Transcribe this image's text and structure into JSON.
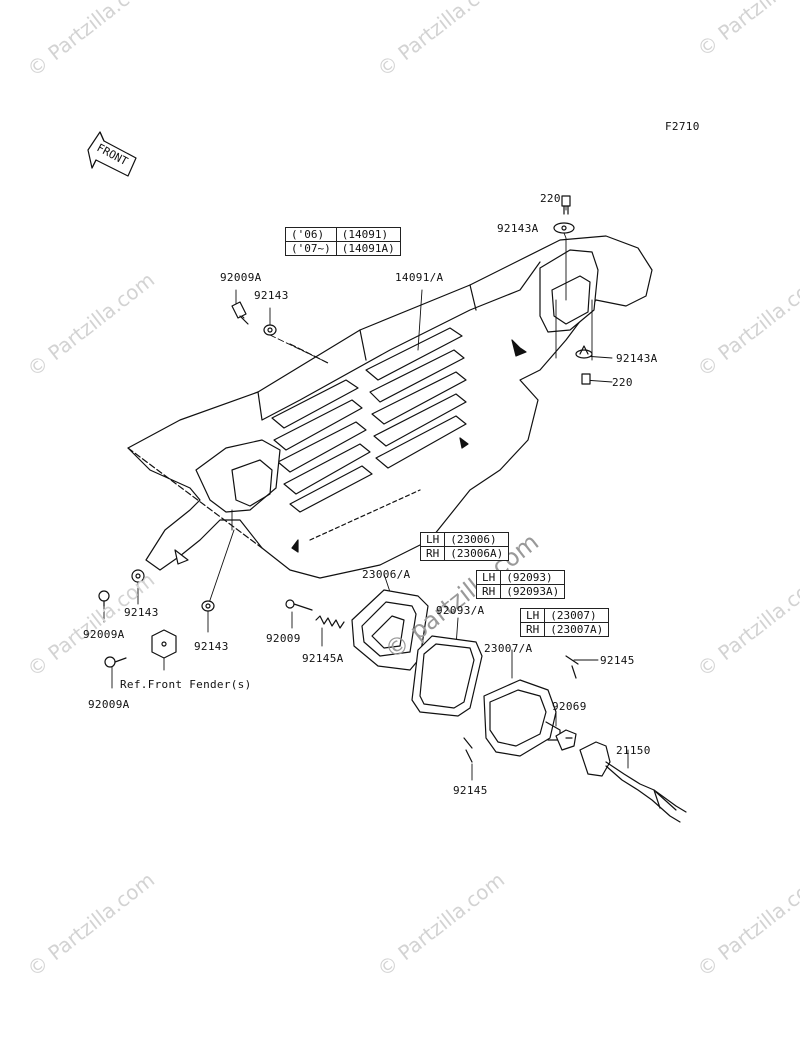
{
  "figure_code": "F2710",
  "front_arrow_text": "FRONT",
  "watermark_text": "© Partzilla.com",
  "watermark_alt_text": "© partzilla.com",
  "version_table": [
    {
      "model": "('06)",
      "part": "(14091)"
    },
    {
      "model": "('07~)",
      "part": "(14091A)"
    }
  ],
  "headlight_case_table": [
    {
      "side": "LH",
      "part": "(23006)"
    },
    {
      "side": "RH",
      "part": "(23006A)"
    }
  ],
  "gasket_table": [
    {
      "side": "LH",
      "part": "(92093)"
    },
    {
      "side": "RH",
      "part": "(92093A)"
    }
  ],
  "headlight_table": [
    {
      "side": "LH",
      "part": "(23007)"
    },
    {
      "side": "RH",
      "part": "(23007A)"
    }
  ],
  "callouts": {
    "bolt_220_top": "220",
    "washer_92143a_top": "92143A",
    "cover_14091": "14091/A",
    "bolt_92009a_upper": "92009A",
    "washer_92143_upper": "92143",
    "washer_92143a_lower": "92143A",
    "bolt_220_lower": "220",
    "case_23006": "23006/A",
    "gasket_92093": "92093/A",
    "washer_92143_left": "92143",
    "bolt_92009a_mid": "92009A",
    "washer_92143_mid": "92143",
    "bolt_92009": "92009",
    "spring_92145a": "92145A",
    "headlight_23007": "23007/A",
    "spring_92145_right": "92145",
    "bolt_92009a_lower": "92009A",
    "ref_front_fender": "Ref.Front Fender(s)",
    "bulb_92069": "92069",
    "socket_21150": "21150",
    "spring_92145_bottom": "92145"
  }
}
